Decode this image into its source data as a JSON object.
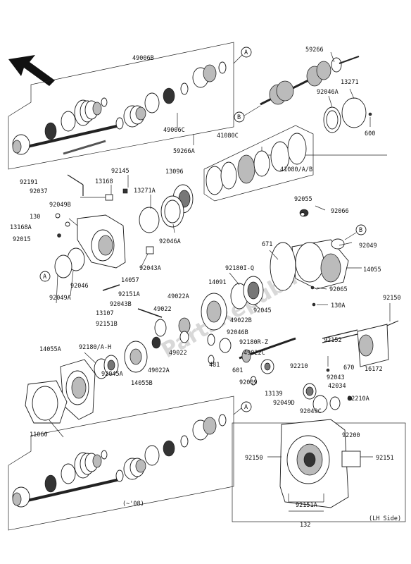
{
  "watermark": "PartsRepublik",
  "callout_markers": {
    "a": "A",
    "b": "B"
  },
  "notes": {
    "year_range": "(~'08)",
    "lh_side": "(LH Side)"
  },
  "labels": {
    "p49006B": "49006B",
    "p59266": "59266",
    "p13271": "13271",
    "p92046A_top": "92046A",
    "p49006C": "49006C",
    "p59266A": "59266A",
    "p600": "600",
    "p41080C": "41080C",
    "p41080AB": "41080/A/B",
    "p92191": "92191",
    "p92037": "92037",
    "p92145": "92145",
    "p13168": "13168",
    "p13096": "13096",
    "p13271A": "13271A",
    "p92049B": "92049B",
    "p130": "130",
    "p13168A": "13168A",
    "p92015": "92015",
    "p92046A_mid": "92046A",
    "p92055": "92055",
    "p92066": "92066",
    "p92049": "92049",
    "p671": "671",
    "p14055": "14055",
    "p92049A": "92049A",
    "p92046": "92046",
    "p14057": "14057",
    "p92043A": "92043A",
    "p92151A_left": "92151A",
    "p14091": "14091",
    "p92180IQ": "92180I-Q",
    "p92065": "92065",
    "p130A": "130A",
    "p92043B": "92043B",
    "p13107": "13107",
    "p49022A_a": "49022A",
    "p49022_a": "49022",
    "p92045_mid": "92045",
    "p49022B": "49022B",
    "p92150_right": "92150",
    "p92151B": "92151B",
    "p92180AH": "92180/A-H",
    "p14055A": "14055A",
    "p92046B": "92046B",
    "p92180RZ": "92180R-Z",
    "p49022C": "49022C",
    "p49022_b": "49022",
    "p92152": "92152",
    "p481": "481",
    "p601": "601",
    "p92210": "92210",
    "p92045A": "92045A",
    "p14055B": "14055B",
    "p49022A_b": "49022A",
    "p670": "670",
    "p16172": "16172",
    "p92009": "92009",
    "p92043": "92043",
    "p42034": "42034",
    "p13139": "13139",
    "p92049D": "92049D",
    "p92210A": "92210A",
    "p11060": "11060",
    "p92049C": "92049C",
    "p92200": "92200",
    "p92150_bottom": "92150",
    "p92151_bottom": "92151",
    "p92151A_bottom": "92151A",
    "p132": "132"
  },
  "icons": [
    "front-direction-arrow-icon"
  ],
  "colors": {
    "ink": "#1a1a1a",
    "paper": "#ffffff",
    "watermark": "#d8d8d8"
  }
}
